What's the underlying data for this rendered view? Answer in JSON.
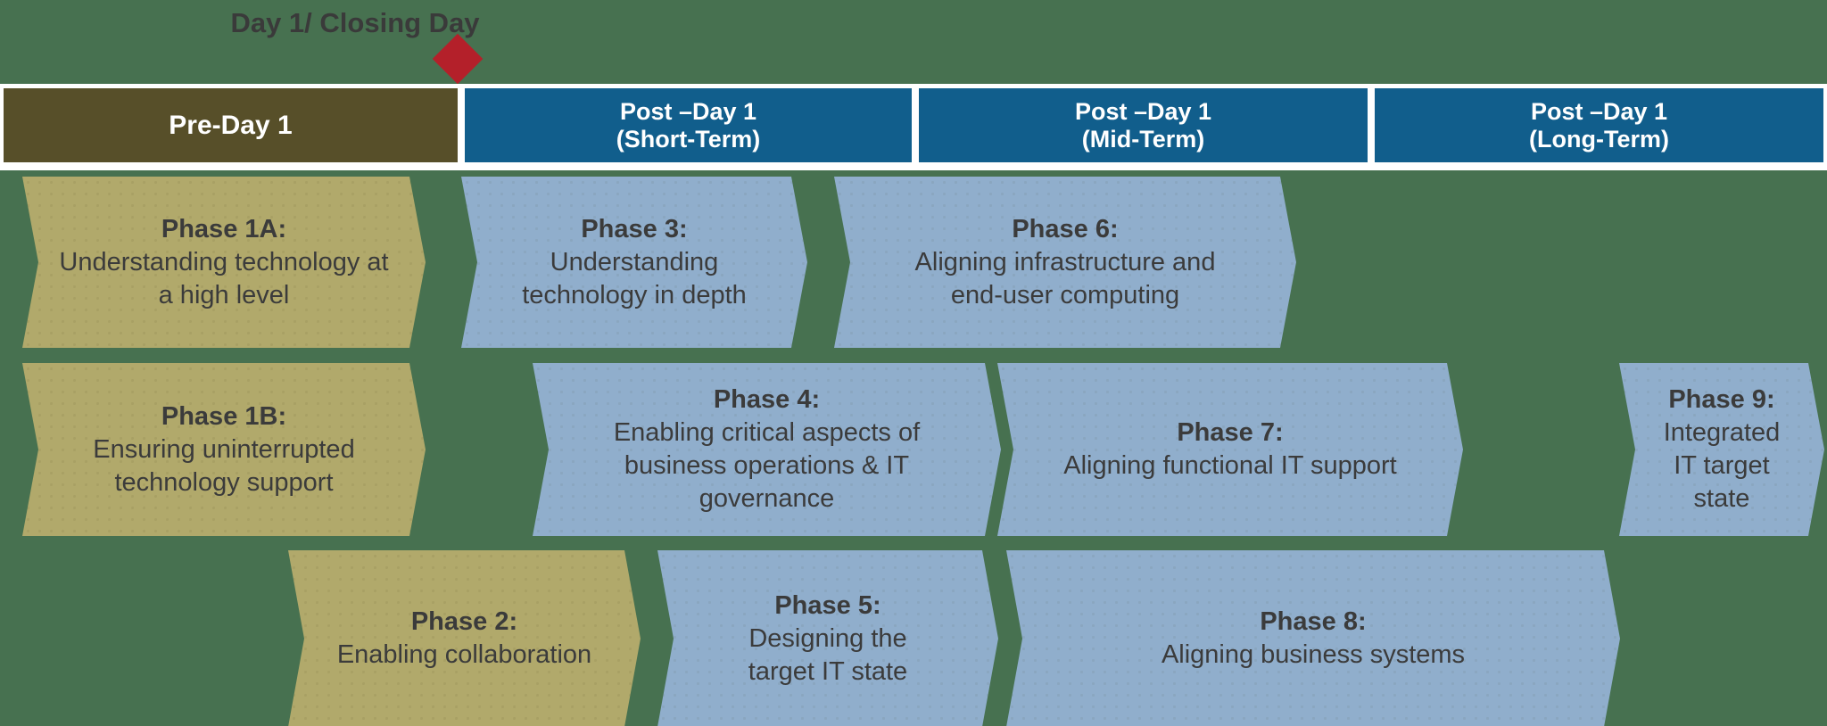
{
  "title": "Day 1/ Closing Day",
  "milestone": {
    "icon": "diamond-marker",
    "color": "#B4202A"
  },
  "header": {
    "segments": [
      {
        "label": "Pre-Day 1",
        "sublabel": "",
        "color": "#574F29"
      },
      {
        "label": "Post –Day 1",
        "sublabel": "(Short-Term)",
        "color": "#115E8C"
      },
      {
        "label": "Post –Day 1",
        "sublabel": "(Mid-Term)",
        "color": "#115E8C"
      },
      {
        "label": "Post –Day 1",
        "sublabel": "(Long-Term)",
        "color": "#115E8C"
      }
    ]
  },
  "phases": [
    {
      "name": "Phase 1A:",
      "desc": "Understanding technology at\na high level"
    },
    {
      "name": "Phase 1B:",
      "desc": "Ensuring uninterrupted\ntechnology support"
    },
    {
      "name": "Phase 2:",
      "desc": "Enabling collaboration"
    },
    {
      "name": "Phase 3:",
      "desc": "Understanding\ntechnology in depth"
    },
    {
      "name": "Phase 4:",
      "desc": "Enabling critical aspects of\nbusiness operations & IT\ngovernance"
    },
    {
      "name": "Phase 5:",
      "desc": "Designing the\ntarget IT state"
    },
    {
      "name": "Phase 6:",
      "desc": "Aligning infrastructure and\nend-user computing"
    },
    {
      "name": "Phase 7:",
      "desc": "Aligning functional IT support"
    },
    {
      "name": "Phase 8:",
      "desc": "Aligning business systems"
    },
    {
      "name": "Phase 9:",
      "desc": "Integrated\nIT target\nstate"
    }
  ],
  "colors": {
    "background_green": "#477150",
    "phase_khaki": "#B1A96B",
    "phase_blue": "#90AECC",
    "header_olive": "#574F29",
    "header_blue": "#115E8C",
    "milestone_red": "#B4202A",
    "text_dark": "#3B3B3B",
    "divider_white": "#FFFFFF"
  }
}
